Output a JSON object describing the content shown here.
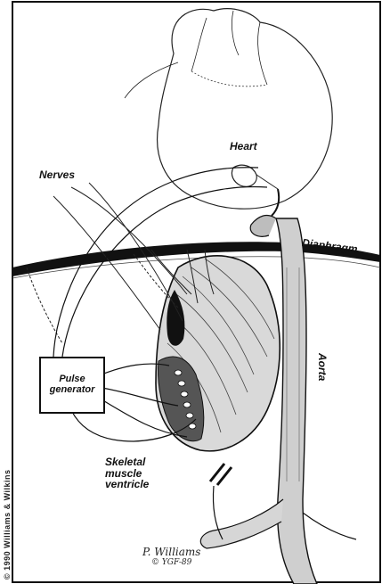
{
  "labels": {
    "heart": "Heart",
    "nerves": "Nerves",
    "diaphragm": "Diaphragm",
    "aorta": "Aorta",
    "pulse_generator": [
      "Pulse",
      "generator"
    ],
    "skeletal_muscle_ventricle": [
      "Skeletal",
      "muscle",
      "ventricle"
    ]
  },
  "credit": "© 1990 Williams & Wilkins",
  "signature": "P. Williams",
  "signature_date": "© YGF-89"
}
